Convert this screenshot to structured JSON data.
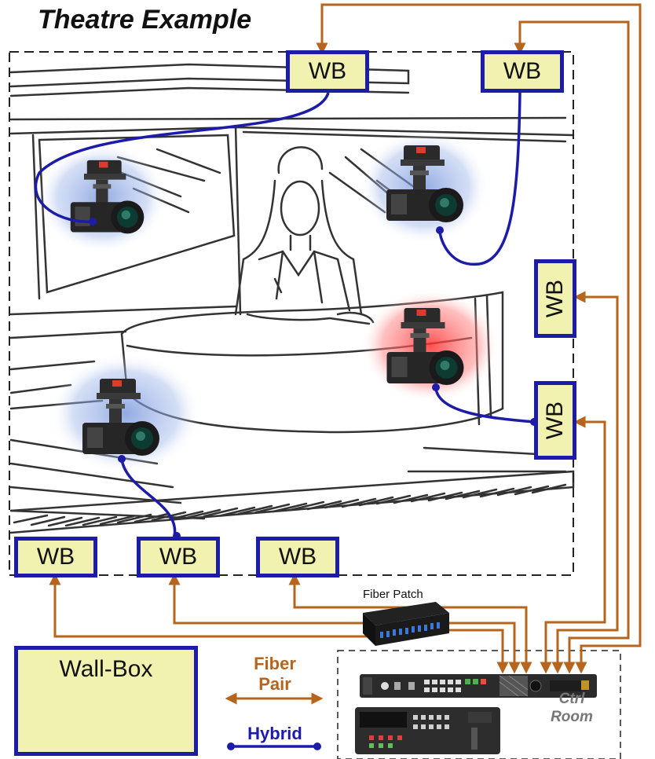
{
  "diagram": {
    "title": "Theatre Example",
    "wall_box_label": "WB",
    "wall_box_panel_title": "Wall-Box",
    "fiber_patch_label": "Fiber Patch",
    "legend_fiber_pair": "Fiber Pair",
    "legend_hybrid": "Hybrid",
    "ctrl_room_label": "Ctrl Room",
    "colors": {
      "fiber": "#b5651d",
      "hybrid": "#1c1ca8",
      "wall_box_fill": "#f2f2b0",
      "wall_box_border": "#1c1ca8",
      "live_camera_glow": "#ff3030",
      "camera_glow": "#6e8fd8"
    },
    "icons": [
      "studio-set-sketch",
      "news-anchor-sketch",
      "studio-camera-icon",
      "fiber-patch-panel-icon",
      "atem-switcher-icon",
      "wall-box-device-icon"
    ]
  }
}
